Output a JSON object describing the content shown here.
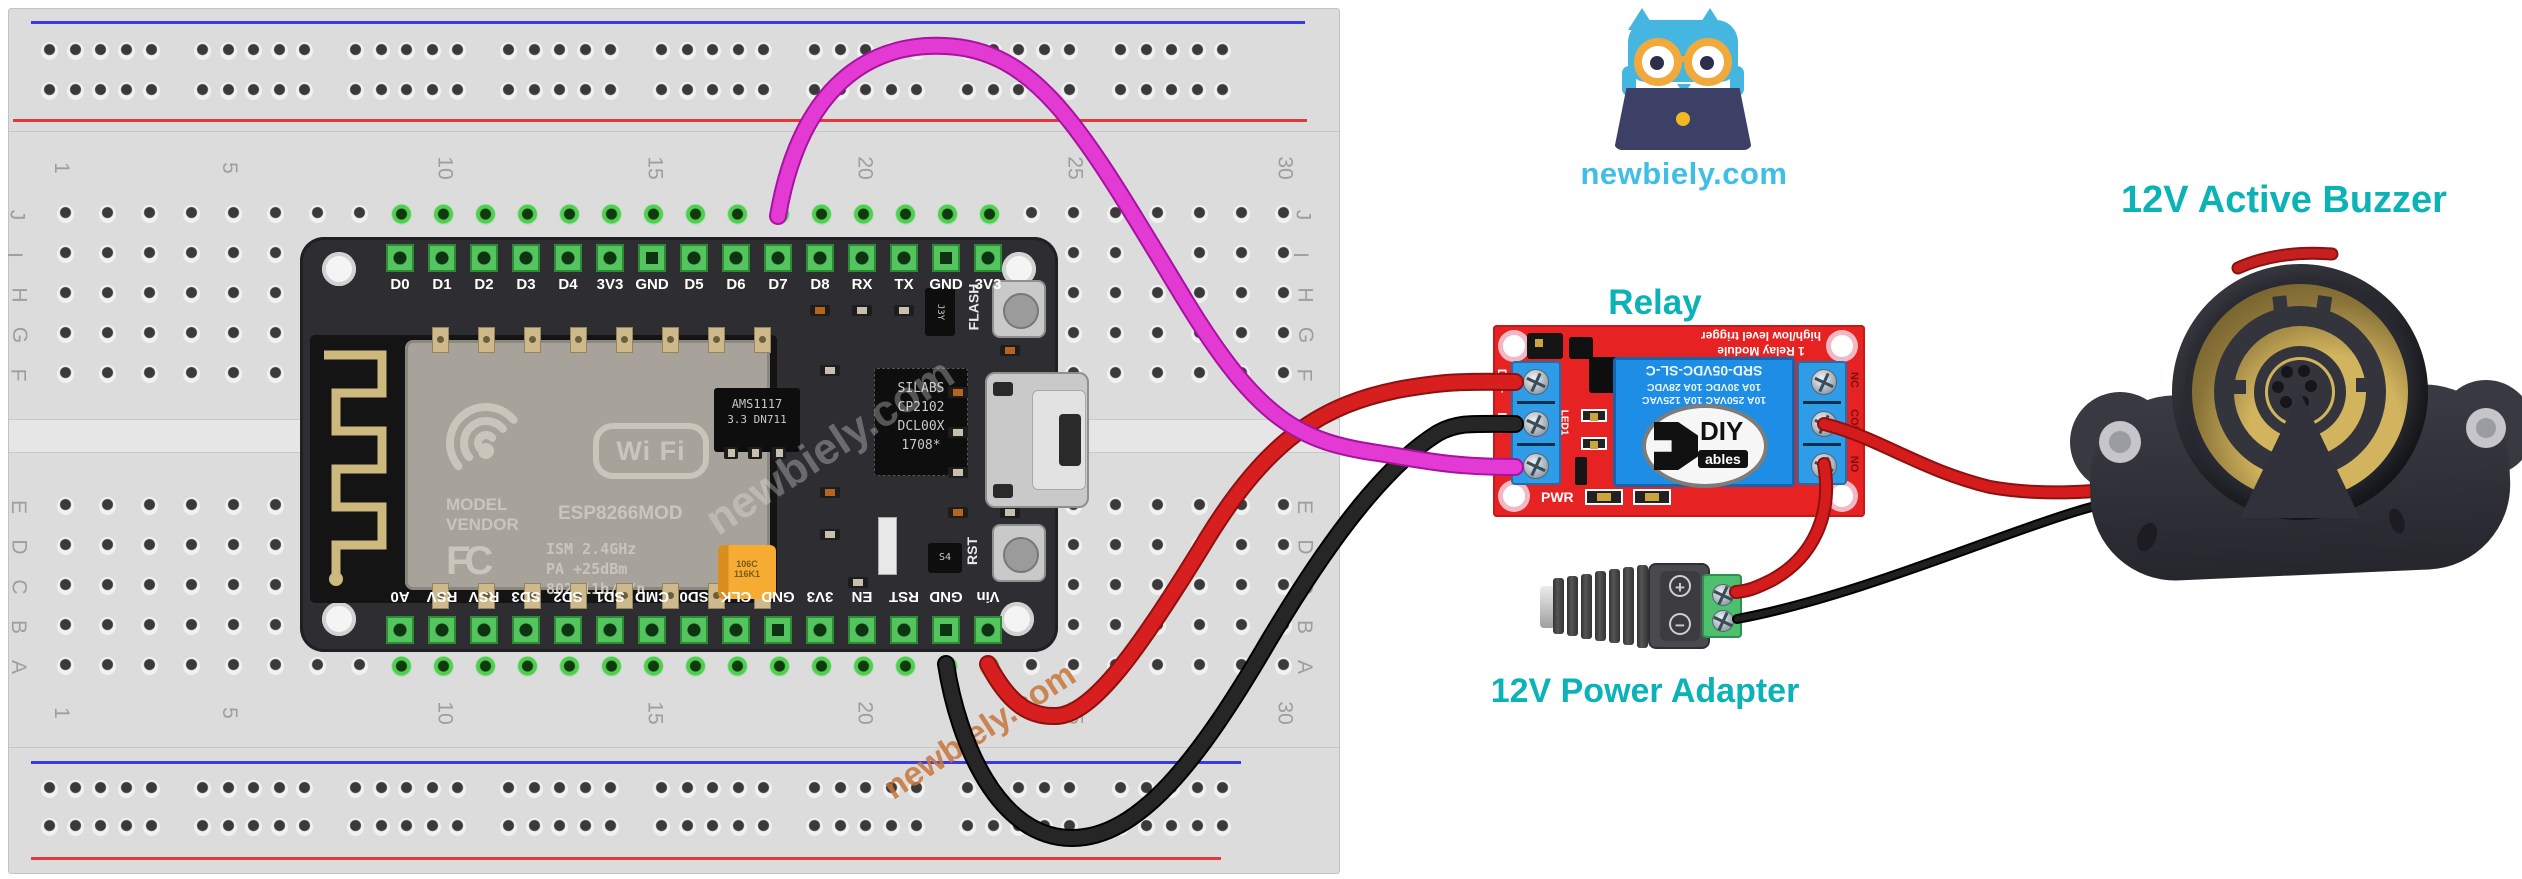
{
  "colors": {
    "teal": "#0bb2b6",
    "relay_red": "#e62222",
    "relay_blue": "#1d8de6",
    "terminal_blue": "#2f9ce8",
    "green_block": "#4cc06c",
    "logo_blue": "#45b6e0",
    "logo_text_blue": "#3fbfe8",
    "glasses_orange": "#f2a93c",
    "laptop_navy": "#3c4066",
    "wire_magenta": "#e33ad4",
    "wire_red": "#d81f1f",
    "wire_black": "#262626"
  },
  "labels": {
    "relay": "Relay",
    "power_adapter": "12V Power Adapter",
    "buzzer": "12V Active Buzzer"
  },
  "logo": {
    "text": "newbiely.com"
  },
  "watermarks": {
    "nodemcu": "newbiely.com",
    "breadboard": "newbiely.com"
  },
  "breadboard": {
    "column_numbers": [
      "1",
      "5",
      "10",
      "15",
      "20",
      "25",
      "30"
    ],
    "column_values": [
      1,
      5,
      10,
      15,
      20,
      25,
      30
    ],
    "rows_top": [
      "J",
      "I",
      "H",
      "G",
      "F"
    ],
    "rows_bottom": [
      "E",
      "D",
      "C",
      "B",
      "A"
    ]
  },
  "nodemcu": {
    "top_pins": [
      "D0",
      "D1",
      "D2",
      "D3",
      "D4",
      "3V3",
      "GND",
      "D5",
      "D6",
      "D7",
      "D8",
      "RX",
      "TX",
      "GND",
      "3V3"
    ],
    "bottom_pins": [
      "A0",
      "RSV",
      "RSV",
      "SD3",
      "SD2",
      "SD1",
      "CMD",
      "SD0",
      "CLK",
      "GND",
      "3V3",
      "EN",
      "RST",
      "GND",
      "Vin"
    ],
    "wifi_badge": "Wi Fi",
    "model_line1": "MODEL",
    "model_line2": "VENDOR",
    "module_name": "ESP8266MOD",
    "fcc": "FC",
    "spec_lines": [
      "ISM 2.4GHz",
      "PA  +25dBm",
      "802.11b/g/n"
    ],
    "regulator_line1": "AMS1117",
    "regulator_line2": "3.3  DN711",
    "usb_chip_lines": [
      "SILABS",
      "CP2102",
      "DCL00X",
      "1708*"
    ],
    "cap_line1": "106C",
    "cap_line2": "116K1",
    "q1": "J3Y",
    "q2": "S4",
    "flash_label": "FLASH",
    "rst_label": "RST"
  },
  "relay_module": {
    "silk_line1": "1 Relay Module",
    "silk_line2": "high/low level trigger",
    "cube_lines": [
      "SRD-05VDC-SL-C",
      "10A 30VDC 10A 28VDC",
      "10A 250VAC 10A 125VAC"
    ],
    "brand_diy": "DIY",
    "brand_ables": "ables",
    "left_terminals": [
      "DC+",
      "DC-",
      "IN"
    ],
    "right_terminals": [
      "NC",
      "COM",
      "NO"
    ],
    "pwr_label": "PWR",
    "led_label": "LED1"
  },
  "power_adapter": {
    "plus": "+",
    "minus": "−"
  },
  "wires": [
    {
      "id": "gnd",
      "name": "ground-wire-gnd-to-dcminus",
      "color": "#262626",
      "from": "NodeMCU GND (breadboard)",
      "to": "Relay DC-"
    },
    {
      "id": "vin",
      "name": "power-wire-vin-to-dcplus",
      "color": "#d81f1f",
      "from": "NodeMCU Vin (breadboard)",
      "to": "Relay DC+"
    },
    {
      "id": "adapter-gnd",
      "name": "adapter-minus-to-buzzer-wire",
      "color": "#1f1f1f",
      "from": "Adapter −",
      "to": "Buzzer black lead"
    },
    {
      "id": "com",
      "name": "relay-com-to-buzzer-wire",
      "color": "#d41c1c",
      "from": "Relay COM",
      "to": "Buzzer red lead"
    },
    {
      "id": "no",
      "name": "relay-no-to-adapter-wire",
      "color": "#d41c1c",
      "from": "Relay NO",
      "to": "Adapter +"
    },
    {
      "id": "buzzer-lead-red",
      "name": "buzzer-red-lead-stub",
      "color": "#c42020",
      "from": "Buzzer",
      "to": "Buzzer red lead stub"
    },
    {
      "id": "signal",
      "name": "signal-wire-d7-to-in",
      "color": "#e33ad4",
      "from": "Breadboard row J col 18 (D7)",
      "to": "Relay IN"
    }
  ]
}
